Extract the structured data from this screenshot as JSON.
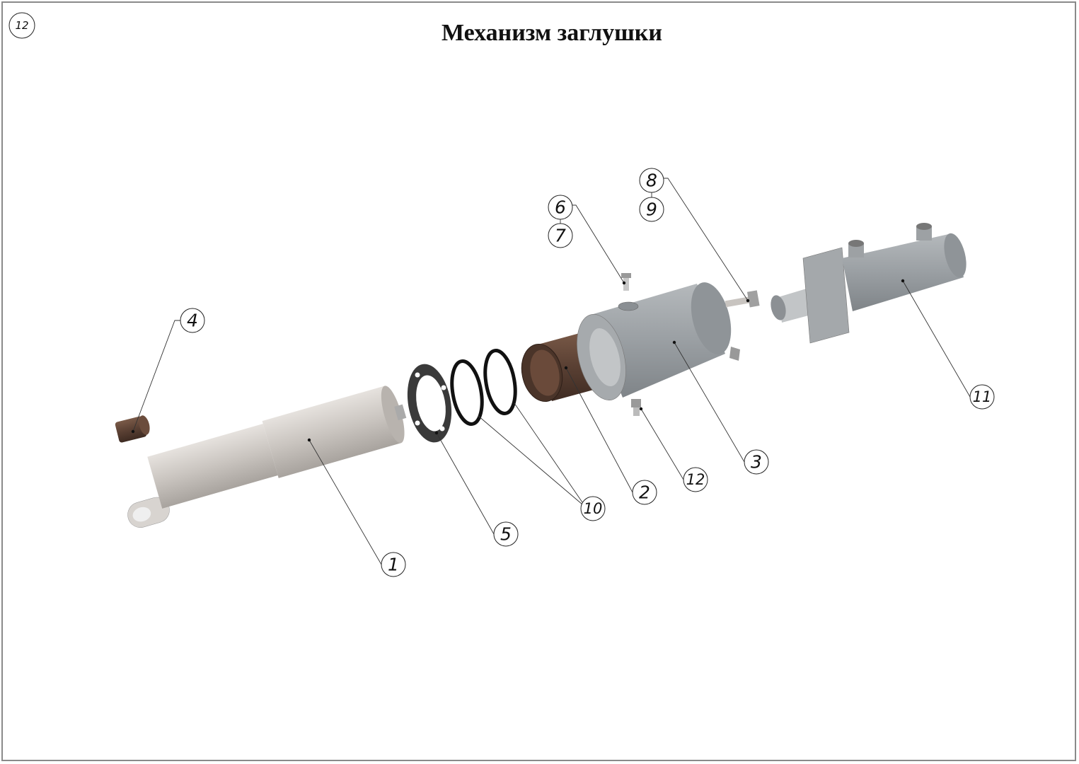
{
  "page_number": "12",
  "title": "Механизм заглушки",
  "balloons": {
    "b1": "1",
    "b2": "2",
    "b3": "3",
    "b4": "4",
    "b5": "5",
    "b6": "6",
    "b7": "7",
    "b8": "8",
    "b9": "9",
    "b10": "10",
    "b11": "11",
    "b12": "12"
  },
  "colors": {
    "steel": "#9a9fa3",
    "rod": "#c9c4bf",
    "bronze": "#5a4033",
    "gasket": "#3a3a3a"
  }
}
